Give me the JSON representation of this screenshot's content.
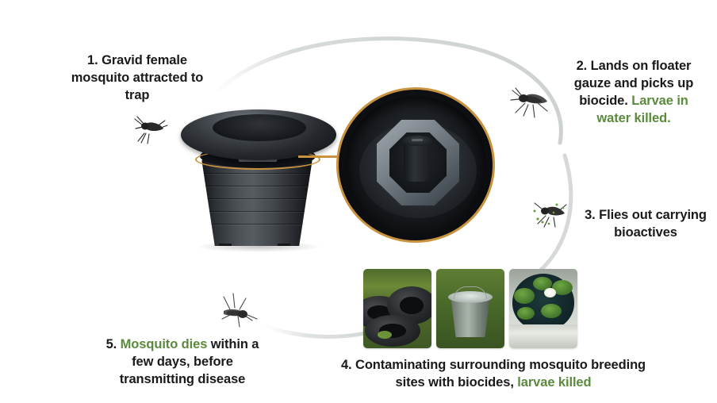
{
  "diagram": {
    "title": "Mosquito trap auto-dissemination cycle",
    "background_color": "#ffffff",
    "accent_green": "#5b8a3c",
    "accent_orange": "#c8923f",
    "arc_color": "#d9dcdc",
    "text_color": "#1a1a1a"
  },
  "steps": [
    {
      "number": "1.",
      "lead": "1. Gravid female",
      "line2": "mosquito attracted to",
      "line3": "trap",
      "highlight": "",
      "full_text": "1. Gravid female mosquito attracted to trap"
    },
    {
      "number": "2.",
      "line1": "2. Lands on floater",
      "line2": "gauze and picks up",
      "line3": "biocide.",
      "highlight": "Larvae in",
      "highlight2": "water killed.",
      "full_text": "2. Lands on floater gauze and picks up biocide. Larvae in water killed."
    },
    {
      "number": "3.",
      "line1": "3. Flies out carrying",
      "line2": "bioactives",
      "highlight": "",
      "full_text": "3. Flies out carrying bioactives"
    },
    {
      "number": "4.",
      "line1": "4. Contaminating surrounding mosquito breeding",
      "line2": "sites with biocides,",
      "highlight": "larvae killed",
      "full_text": "4. Contaminating surrounding mosquito breeding sites with biocides, larvae killed"
    },
    {
      "number": "5.",
      "prefix": "5. ",
      "highlight": "Mosquito dies",
      "line1_rest": " within a",
      "line2": "few days, before",
      "line3": "transmitting disease",
      "full_text": "5. Mosquito dies within a few days, before transmitting disease"
    }
  ],
  "figures": {
    "trap": {
      "name": "black-mosquito-trap-bucket",
      "description": "Black plastic bucket trap with wide funnel lid and orange highlight ring at rim"
    },
    "magnifier": {
      "name": "magnified-trap-interior",
      "description": "Circular magnified inset with orange border showing floater gauze and central post inside the trap"
    },
    "connector": {
      "name": "orange-zoom-connector-line",
      "color": "#c8923f"
    },
    "photos": [
      {
        "name": "discarded-tyres-photo",
        "caption": "Discarded tyres in grass"
      },
      {
        "name": "metal-bucket-water-photo",
        "caption": "Galvanised bucket holding water"
      },
      {
        "name": "water-lily-container-photo",
        "caption": "White container with water lilies"
      }
    ],
    "mosquitoes": [
      {
        "name": "mosquito-approaching-trap",
        "state": "flying"
      },
      {
        "name": "mosquito-landing-on-gauze",
        "state": "landing"
      },
      {
        "name": "mosquito-carrying-bioactives",
        "state": "flying-with-bioactives"
      },
      {
        "name": "dead-mosquito",
        "state": "dead"
      }
    ]
  }
}
